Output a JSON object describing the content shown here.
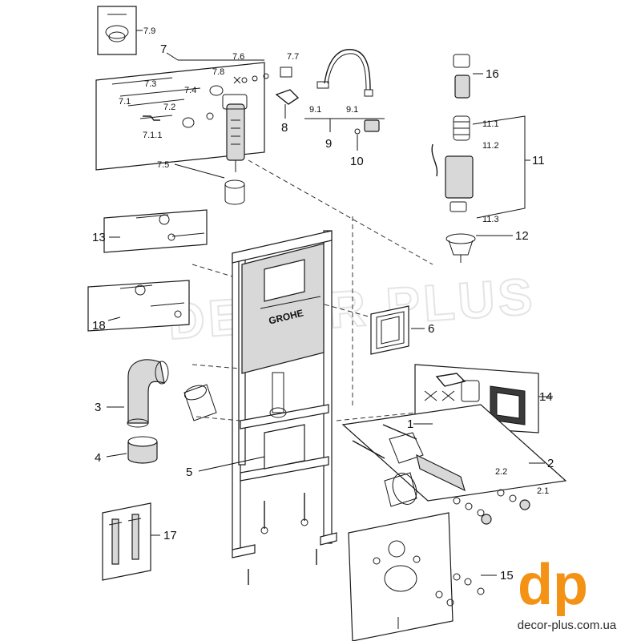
{
  "diagram": {
    "brand_on_tank": "GROHE",
    "watermark": "DECOR PLUS",
    "labels": {
      "p1": "1",
      "p2": "2",
      "p2_1": "2.1",
      "p2_2": "2.2",
      "p3": "3",
      "p4": "4",
      "p5": "5",
      "p6": "6",
      "p7": "7",
      "p7_1": "7.1",
      "p7_1_1": "7.1.1",
      "p7_2": "7.2",
      "p7_3": "7.3",
      "p7_4": "7.4",
      "p7_5": "7.5",
      "p7_6": "7.6",
      "p7_7": "7.7",
      "p7_8": "7.8",
      "p7_9": "7.9",
      "p8": "8",
      "p9": "9",
      "p9_1a": "9.1",
      "p9_1b": "9.1",
      "p10": "10",
      "p11": "11",
      "p11_1": "11.1",
      "p11_2": "11.2",
      "p11_3": "11.3",
      "p12": "12",
      "p13": "13",
      "p14": "14",
      "p15": "15",
      "p16": "16",
      "p17": "17",
      "p18": "18"
    }
  },
  "branding": {
    "logo_letters": "dp",
    "site_url": "decor-plus.com.ua",
    "accent_color": "#f39214"
  }
}
